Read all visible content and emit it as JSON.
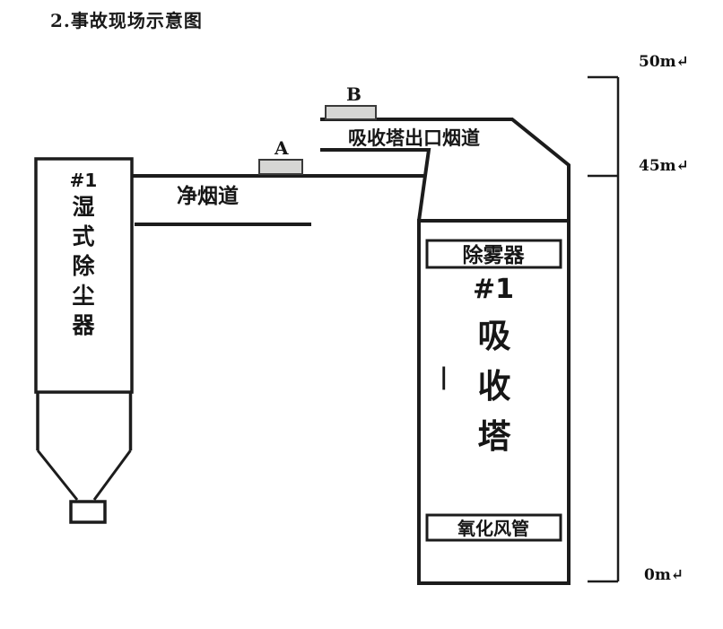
{
  "page": {
    "title": "2.事故现场示意图"
  },
  "scale": {
    "mark_50m": "50m↵",
    "mark_45m": "45m↵",
    "mark_0m": "0m↵"
  },
  "dust_collector": {
    "line1": "#1",
    "line2": "湿",
    "line3": "式",
    "line4": "除",
    "line5": "尘",
    "line6": "器"
  },
  "ducts": {
    "clean_flue_label": "净烟道",
    "outlet_flue_label": "吸收塔出口烟道",
    "marker_a": "A",
    "marker_b": "B"
  },
  "tower": {
    "demister_label": "除雾器",
    "unit_label": "#1",
    "name_char1": "吸",
    "name_char2": "收",
    "name_char3": "塔",
    "cursor_mark": "|",
    "oxidation_duct_label": "氧化风管"
  }
}
